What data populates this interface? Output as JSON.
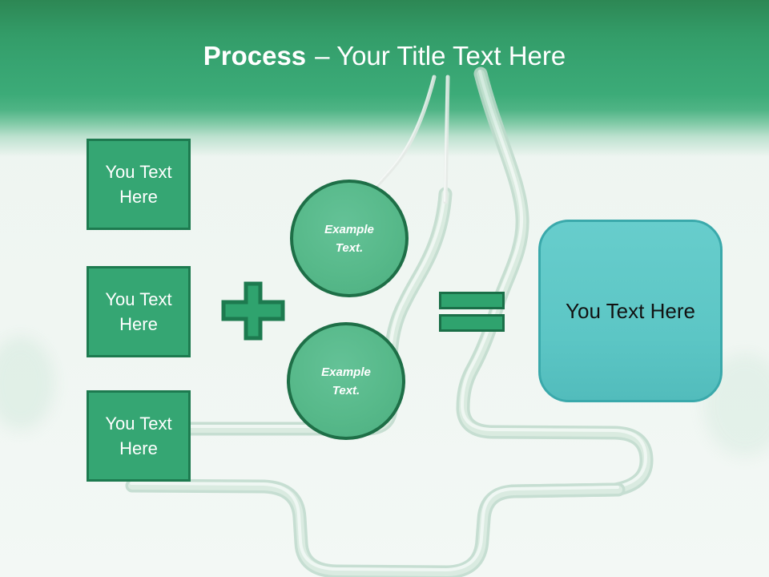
{
  "slide": {
    "header": {
      "title_bold": "Process",
      "title_rest": "– Your Title Text Here"
    },
    "input_boxes": [
      {
        "text": "You Text Here"
      },
      {
        "text": "You Text Here"
      },
      {
        "text": "You Text Here"
      }
    ],
    "example_circles": [
      {
        "text": "Example Text."
      },
      {
        "text": "Example Text."
      }
    ],
    "result_box": {
      "text": "You Text Here"
    },
    "colors": {
      "header_green_dark": "#2d8754",
      "header_green": "#3cab78",
      "box_green": "#35a673",
      "box_border_green": "#1d7a4f",
      "circle_green": "#57b98a",
      "circle_border_green": "#1e6f47",
      "operator_green": "#2fa36e",
      "operator_border_green": "#1a6f48",
      "result_teal": "#5cc6c5",
      "result_border_teal": "#3aa9ab",
      "pipe_light_green": "#bedacb",
      "title_text": "#ffffff",
      "result_text": "#121212"
    }
  }
}
